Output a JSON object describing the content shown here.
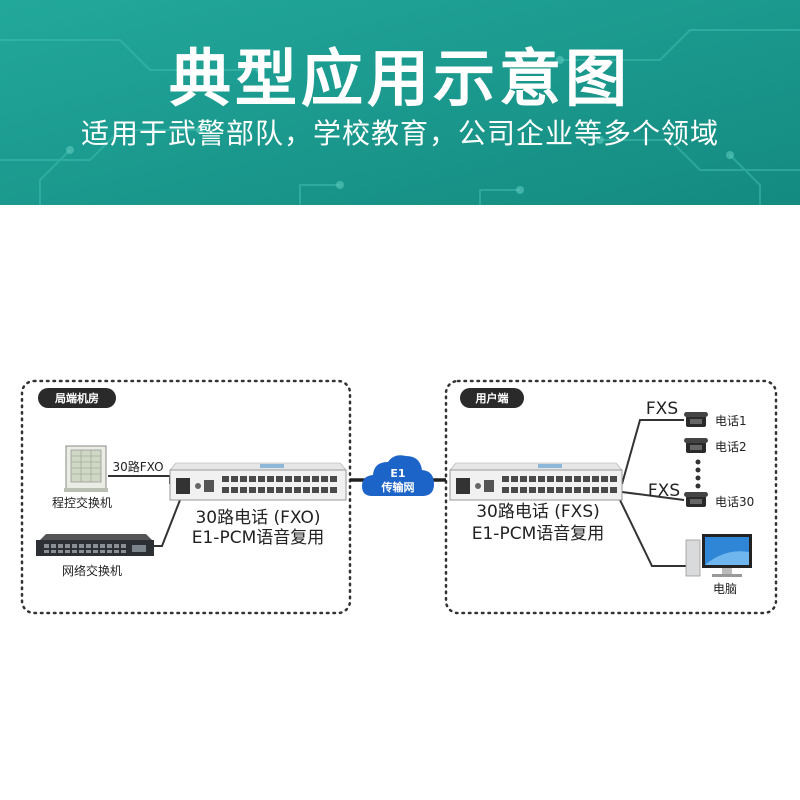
{
  "banner": {
    "title": "典型应用示意图",
    "subtitle": "适用于武警部队，学校教育，公司企业等多个领域",
    "bg_color": "#1a9e92"
  },
  "left_zone": {
    "tag": "局端机房",
    "pbx_label": "程控交换机",
    "switch_label": "网络交换机",
    "link_label": "30路FXO",
    "device_caption_1": "30路电话 (FXO)",
    "device_caption_2": "E1-PCM语音复用"
  },
  "network": {
    "cloud_line1": "E1",
    "cloud_line2": "传输网",
    "cloud_color": "#1c64c8"
  },
  "right_zone": {
    "tag": "用户端",
    "device_caption_1": "30路电话 (FXS)",
    "device_caption_2": "E1-PCM语音复用",
    "fxs_label_top": "FXS",
    "fxs_label_bottom": "FXS",
    "phone_1": "电话1",
    "phone_2": "电话2",
    "phone_30": "电话30",
    "computer_label": "电脑"
  },
  "icons": [
    "pbx-cabinet-icon",
    "network-switch-icon",
    "pcm-multiplexer-icon",
    "cloud-icon",
    "telephone-icon",
    "desktop-computer-icon"
  ]
}
